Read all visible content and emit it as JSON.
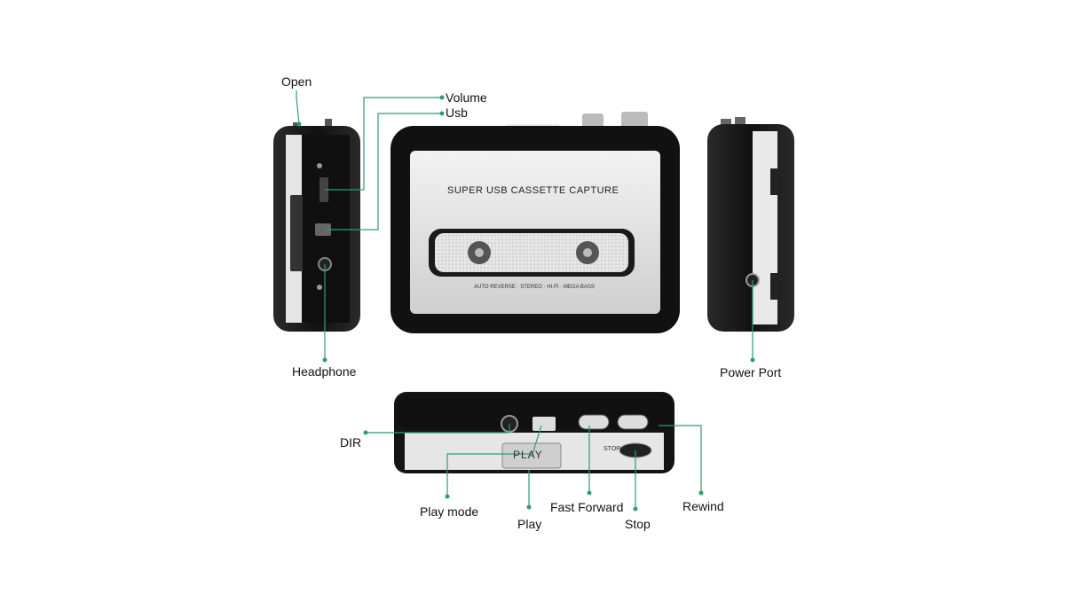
{
  "labels": {
    "open": "Open",
    "volume": "Volume",
    "usb": "Usb",
    "headphone": "Headphone",
    "power_port": "Power Port",
    "dir": "DIR",
    "play_mode": "Play mode",
    "play": "Play",
    "fast_forward": "Fast Forward",
    "stop": "Stop",
    "rewind": "Rewind"
  },
  "device": {
    "title": "SUPER USB CASSETTE CAPTURE",
    "subtitle": "AUTO REVERSE · STEREO · HI-FI · MEGA BASS",
    "play_button": "PLAY",
    "stop_text": "STOP"
  },
  "colors": {
    "callout": "#2e9e6a",
    "body": "#1b1b1b",
    "panel": "#d9d9d9"
  }
}
